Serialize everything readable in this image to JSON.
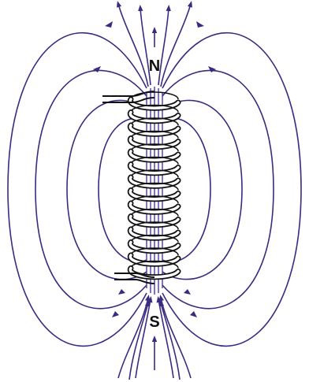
{
  "labels": {
    "north": "N",
    "south": "S"
  },
  "colors": {
    "field_line": "#3a2a80",
    "coil_stroke": "#111111",
    "coil_fill": "#ffffff",
    "core_line": "#4a3aa8",
    "label": "#111111",
    "background": "#ffffff"
  },
  "icons": {
    "field_arrow": "arrowhead"
  }
}
